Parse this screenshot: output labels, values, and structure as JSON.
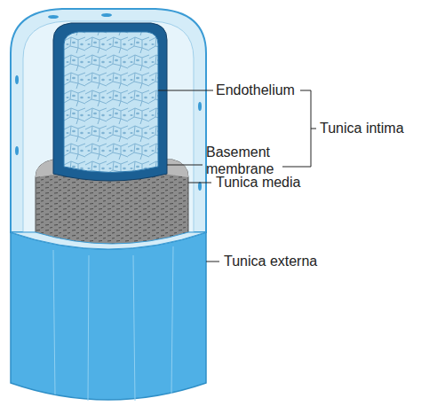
{
  "diagram": {
    "labels": [
      "Endothelium",
      "Basement membrane",
      "Tunica intima",
      "Tunica media",
      "Tunica externa"
    ]
  }
}
